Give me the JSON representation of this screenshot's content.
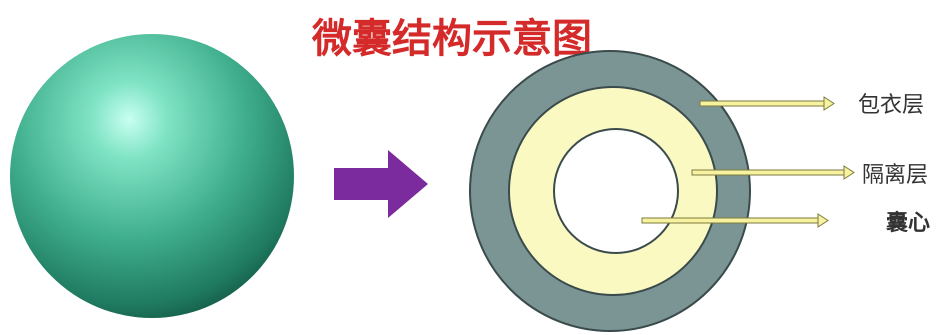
{
  "title": "微囊结构示意图",
  "layers": [
    {
      "label": "包衣层"
    },
    {
      "label": "隔离层"
    },
    {
      "label": "囊心"
    }
  ],
  "colors": {
    "title": "#d42a2a",
    "sphere_light": "#c8fff0",
    "sphere_mid": "#3fae8c",
    "sphere_dark": "#12503e",
    "outer_ring": "#7b9595",
    "middle_ring": "#fbf9c2",
    "core": "#ffffff",
    "ring_stroke": "#3b4b4b",
    "arrow": "#7b2b9e",
    "pointer_fill": "#f6f2a0",
    "pointer_stroke": "#7d7a3e"
  }
}
